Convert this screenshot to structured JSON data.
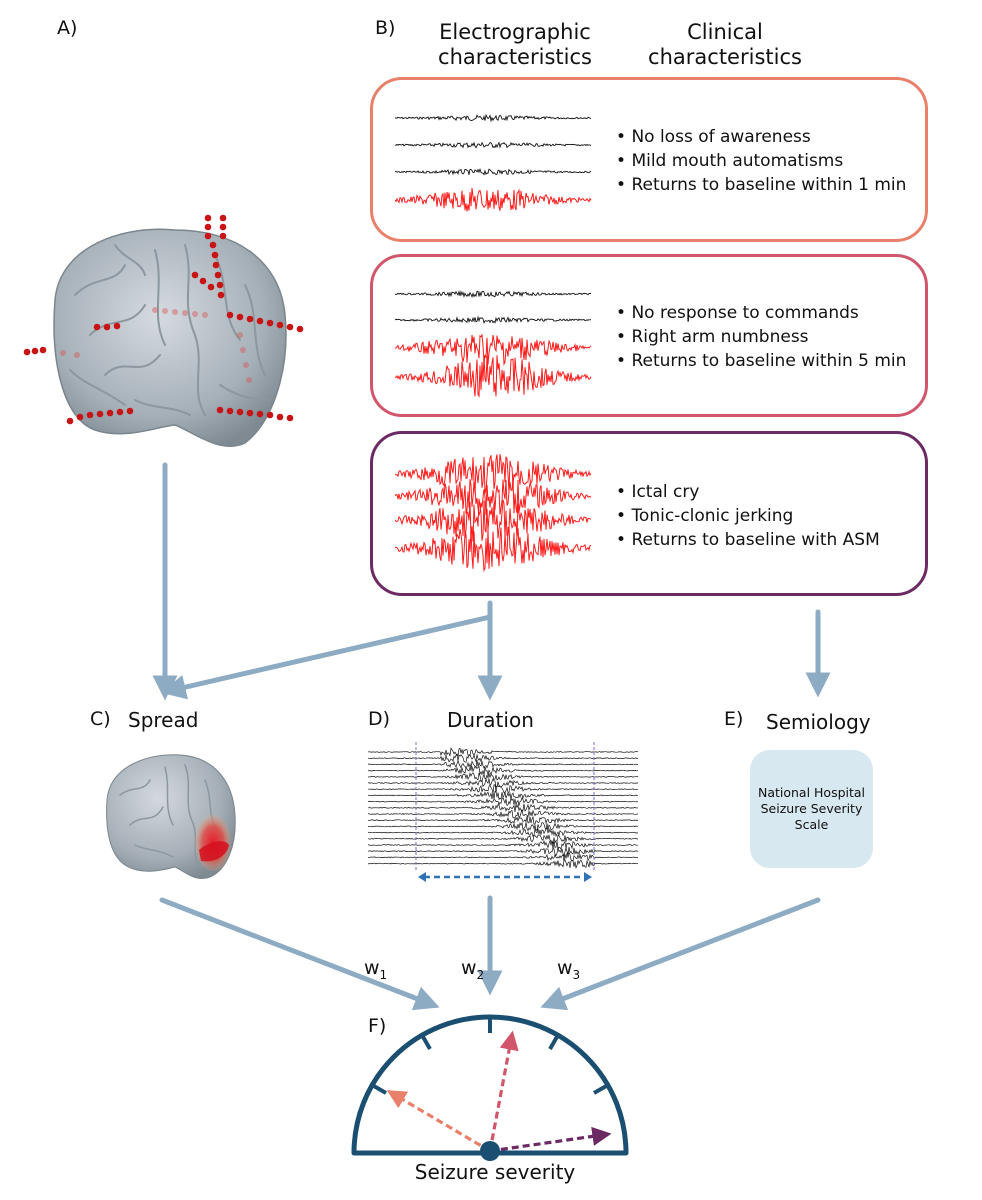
{
  "panels": {
    "a": "A)",
    "b": "B)",
    "c": "C)",
    "d": "D)",
    "e": "E)",
    "f": "F)"
  },
  "headers": {
    "electrographic_line1": "Electrographic",
    "electrographic_line2": "characteristics",
    "clinical_line1": "Clinical",
    "clinical_line2": "characteristics"
  },
  "boxes": [
    {
      "color": "#e8806a",
      "items": [
        "No loss of awareness",
        "Mild mouth automatisms",
        "Returns to baseline within 1 min"
      ]
    },
    {
      "color": "#d1566b",
      "items": [
        "No response to commands",
        "Right arm numbness",
        "Returns to baseline within 5 min"
      ]
    },
    {
      "color": "#6b2a63",
      "items": [
        "Ictal cry",
        "Tonic-clonic jerking",
        "Returns to baseline with ASM"
      ]
    }
  ],
  "sections": {
    "spread": "Spread",
    "duration": "Duration",
    "semiology": "Semiology"
  },
  "semiology_box": {
    "line1": "National Hospital",
    "line2": "Seizure Severity",
    "line3": "Scale"
  },
  "weights": {
    "w1_base": "w",
    "w1_sub": "1",
    "w2_base": "w",
    "w2_sub": "2",
    "w3_base": "w",
    "w3_sub": "3"
  },
  "gauge": {
    "label": "Seizure severity"
  },
  "colors": {
    "arrow": "#8eabc4",
    "gauge": "#1b4f72",
    "eeg_active": "#ff1a1a",
    "eeg_baseline": "#111111",
    "duration_bar": "#2f73b5",
    "semiology_box": "#d7e8f1"
  }
}
